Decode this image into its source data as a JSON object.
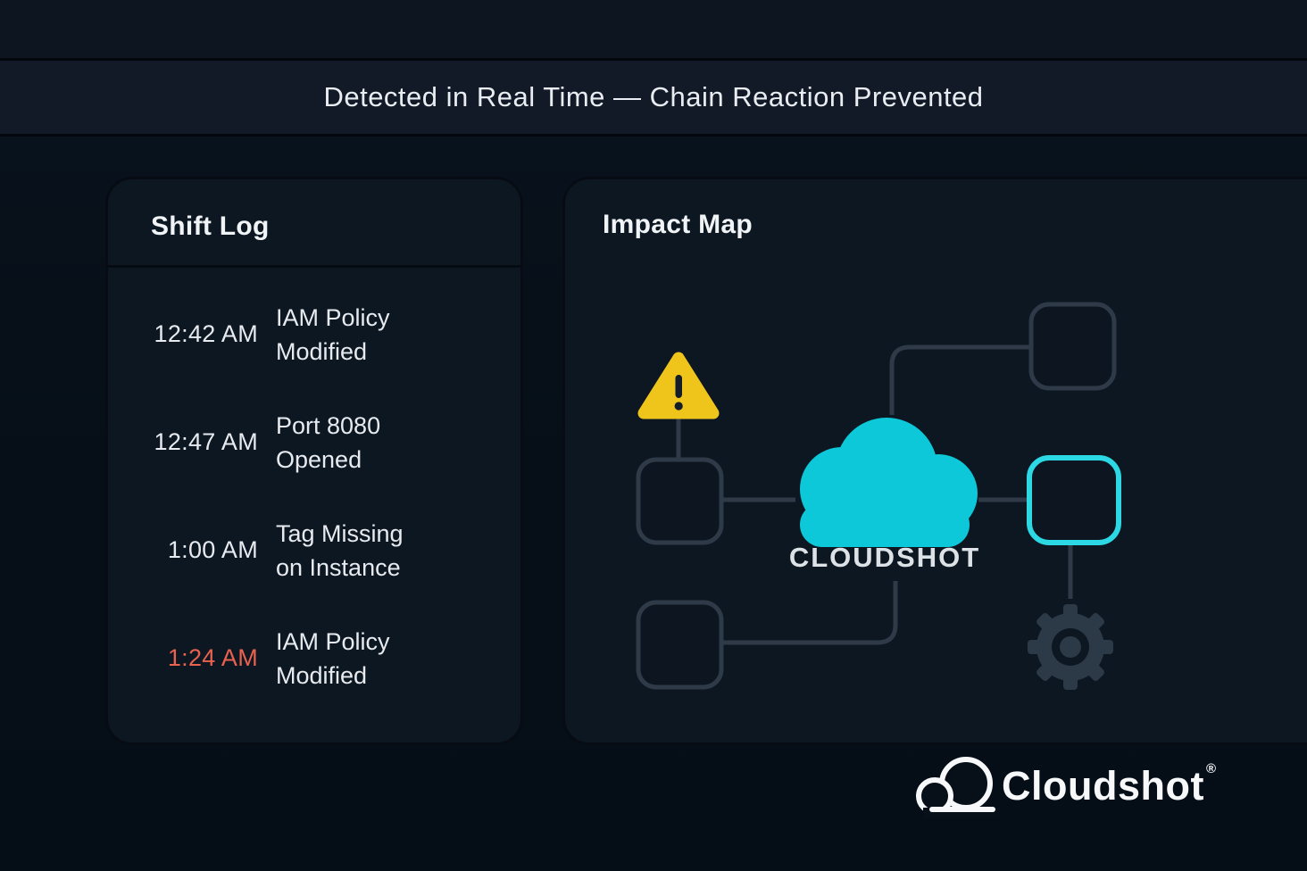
{
  "banner": {
    "title": "Detected in Real Time — Chain Reaction Prevented"
  },
  "shift_log": {
    "title": "Shift Log",
    "entries": [
      {
        "time": "12:42 AM",
        "event": "IAM Policy Modified",
        "highlight": false
      },
      {
        "time": "12:47 AM",
        "event": "Port 8080 Opened",
        "highlight": false
      },
      {
        "time": "1:00 AM",
        "event": "Tag Missing on Instance",
        "highlight": false
      },
      {
        "time": "1:24 AM",
        "event": "IAM Policy Modified",
        "highlight": true
      }
    ]
  },
  "impact_map": {
    "title": "Impact Map",
    "cloud_label": "CLOUDSHOT"
  },
  "brand": {
    "name": "Cloudshot",
    "mark": "®"
  },
  "colors": {
    "accent_cyan": "#0cc8d8",
    "node_highlight": "#2bd8e4",
    "warning_yellow": "#efc51c",
    "alert_red": "#e9614f",
    "line_slate": "#2e3a48"
  }
}
